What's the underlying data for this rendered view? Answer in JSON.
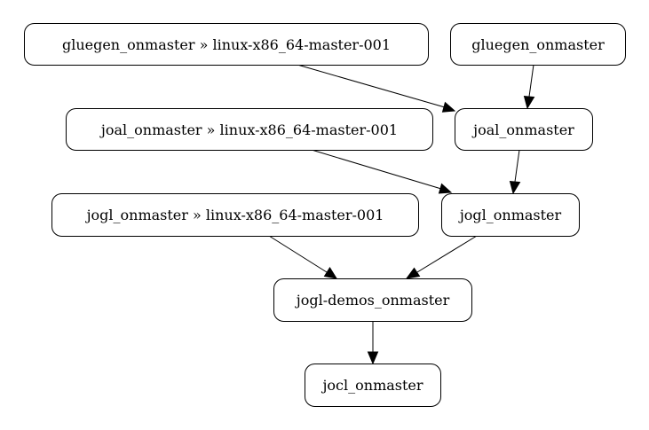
{
  "graph": {
    "nodes": [
      {
        "id": "gluegen_host",
        "label": "gluegen_onmaster » linux-x86_64-master-001"
      },
      {
        "id": "gluegen",
        "label": "gluegen_onmaster"
      },
      {
        "id": "joal_host",
        "label": "joal_onmaster » linux-x86_64-master-001"
      },
      {
        "id": "joal",
        "label": "joal_onmaster"
      },
      {
        "id": "jogl_host",
        "label": "jogl_onmaster » linux-x86_64-master-001"
      },
      {
        "id": "jogl",
        "label": "jogl_onmaster"
      },
      {
        "id": "jogl_demos",
        "label": "jogl-demos_onmaster"
      },
      {
        "id": "jocl",
        "label": "jocl_onmaster"
      }
    ],
    "edges": [
      {
        "from": "gluegen_host",
        "to": "joal"
      },
      {
        "from": "gluegen",
        "to": "joal"
      },
      {
        "from": "joal_host",
        "to": "jogl"
      },
      {
        "from": "joal",
        "to": "jogl"
      },
      {
        "from": "jogl_host",
        "to": "jogl_demos"
      },
      {
        "from": "jogl",
        "to": "jogl_demos"
      },
      {
        "from": "jogl_demos",
        "to": "jocl"
      }
    ]
  }
}
